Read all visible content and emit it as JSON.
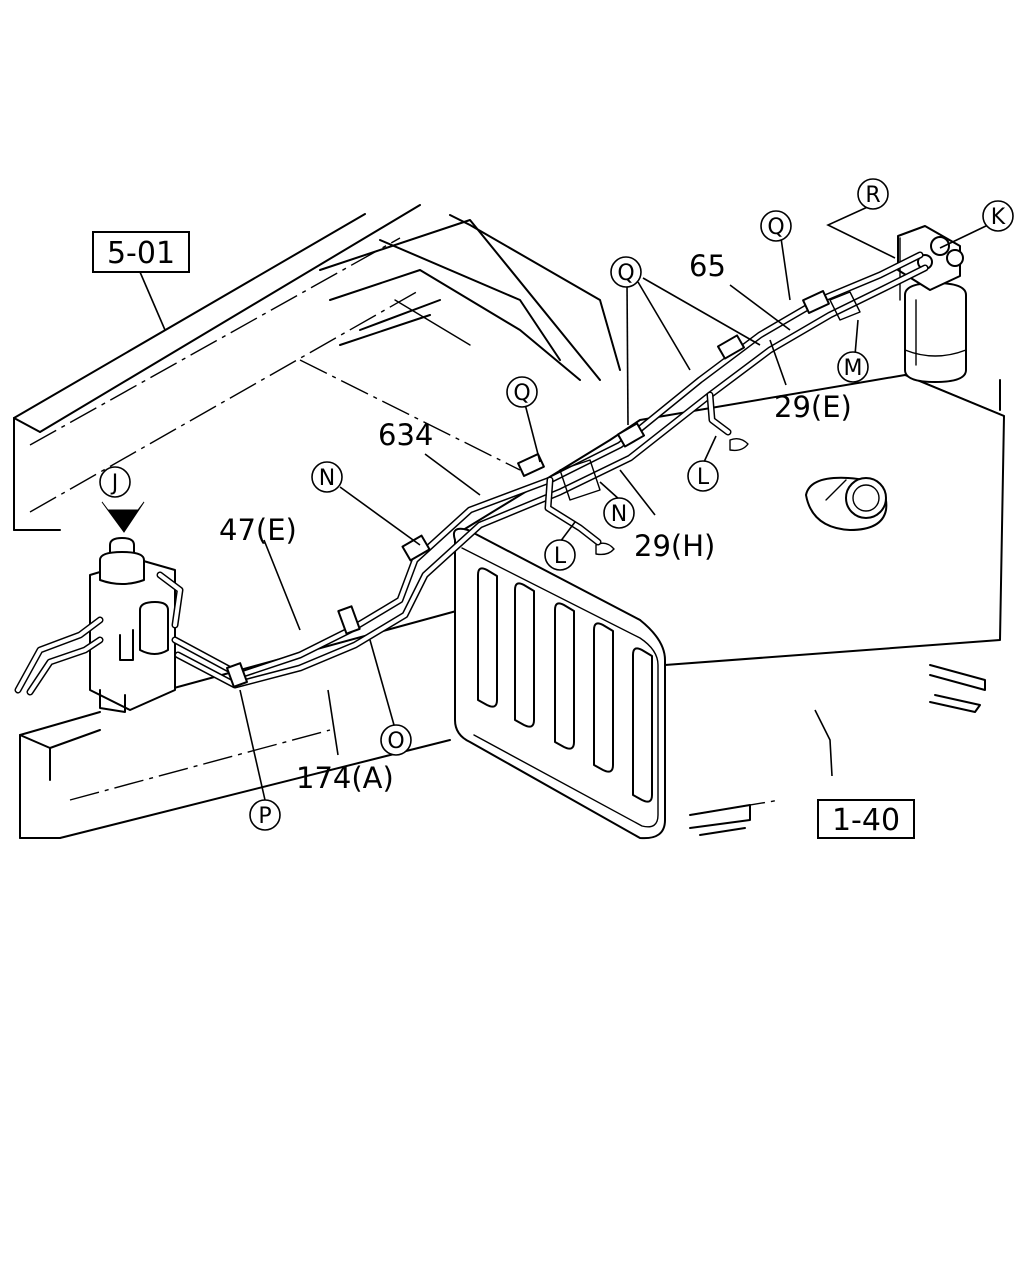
{
  "diagram": {
    "ref_boxes": [
      {
        "id": "ref-5-01",
        "text": "5-01"
      },
      {
        "id": "ref-1-40",
        "text": "1-40"
      }
    ],
    "part_labels": [
      {
        "id": "634",
        "text": "634"
      },
      {
        "id": "65",
        "text": "65"
      },
      {
        "id": "29e",
        "text": "29(E)"
      },
      {
        "id": "29h",
        "text": "29(H)"
      },
      {
        "id": "47e",
        "text": "47(E)"
      },
      {
        "id": "174a",
        "text": "174(A)"
      }
    ],
    "callouts": [
      {
        "id": "j",
        "text": "J"
      },
      {
        "id": "k",
        "text": "K"
      },
      {
        "id": "r",
        "text": "R"
      },
      {
        "id": "q1",
        "text": "Q"
      },
      {
        "id": "q2",
        "text": "Q"
      },
      {
        "id": "q3",
        "text": "Q"
      },
      {
        "id": "m",
        "text": "M"
      },
      {
        "id": "l1",
        "text": "L"
      },
      {
        "id": "l2",
        "text": "L"
      },
      {
        "id": "n1",
        "text": "N"
      },
      {
        "id": "n2",
        "text": "N"
      },
      {
        "id": "o",
        "text": "O"
      },
      {
        "id": "p",
        "text": "P"
      }
    ],
    "colors": {
      "line": "#000000",
      "background": "#ffffff"
    }
  }
}
